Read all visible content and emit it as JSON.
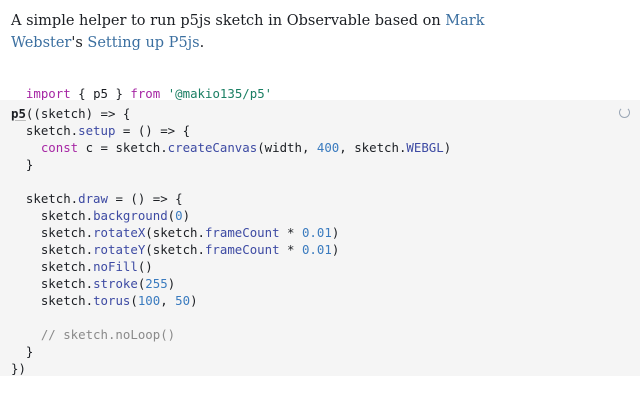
{
  "intro": {
    "before": "A simple helper to run p5js sketch in Observable based on ",
    "link1": "Mark Webster",
    "middle": "'s ",
    "link2": "Setting up P5js",
    "after": "."
  },
  "import_cell": {
    "kw_import": "import",
    "brace_open": " { ",
    "name": "p5",
    "brace_close": " } ",
    "kw_from": "from",
    "space": " ",
    "module": "'@makio135/p5'"
  },
  "code": {
    "l1_name": "p5",
    "l1_rest": "((sketch) => {",
    "l2_a": "  sketch.",
    "l2_prop": "setup",
    "l2_b": " = () => {",
    "l3_kw": "    const",
    "l3_a": " c = sketch.",
    "l3_fn": "createCanvas",
    "l3_b": "(width, ",
    "l3_num": "400",
    "l3_c": ", sketch.",
    "l3_prop": "WEBGL",
    "l3_d": ")",
    "l4": "  }",
    "l5": "",
    "l6_a": "  sketch.",
    "l6_prop": "draw",
    "l6_b": " = () => {",
    "l7_a": "    sketch.",
    "l7_fn": "background",
    "l7_b": "(",
    "l7_num": "0",
    "l7_c": ")",
    "l8_a": "    sketch.",
    "l8_fn": "rotateX",
    "l8_b": "(sketch.",
    "l8_prop": "frameCount",
    "l8_c": " * ",
    "l8_num": "0.01",
    "l8_d": ")",
    "l9_a": "    sketch.",
    "l9_fn": "rotateY",
    "l9_b": "(sketch.",
    "l9_prop": "frameCount",
    "l9_c": " * ",
    "l9_num": "0.01",
    "l9_d": ")",
    "l10_a": "    sketch.",
    "l10_fn": "noFill",
    "l10_b": "()",
    "l11_a": "    sketch.",
    "l11_fn": "stroke",
    "l11_b": "(",
    "l11_num": "255",
    "l11_c": ")",
    "l12_a": "    sketch.",
    "l12_fn": "torus",
    "l12_b": "(",
    "l12_num1": "100",
    "l12_c": ", ",
    "l12_num2": "50",
    "l12_d": ")",
    "l13": "",
    "l14": "    // sketch.noLoop()",
    "l15": "  }",
    "l16": "})"
  },
  "status": {
    "icon": "loading-spinner-icon"
  },
  "colors": {
    "link": "#3b6fa0",
    "keyword": "#a626a4",
    "number": "#3a7bbf",
    "property": "#3d4aa3",
    "comment": "#8a8a8a",
    "code_background": "#f5f5f5"
  }
}
